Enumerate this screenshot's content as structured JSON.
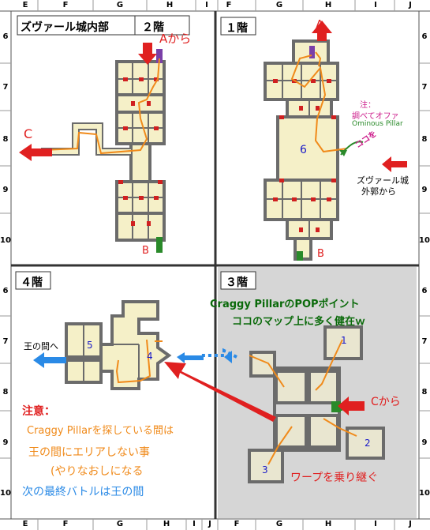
{
  "columns_top": [
    "E",
    "F",
    "G",
    "H",
    "I",
    "F",
    "G",
    "H",
    "I",
    "J"
  ],
  "columns_bottom": [
    "E",
    "F",
    "G",
    "H",
    "I",
    "J",
    "F",
    "G",
    "H",
    "I",
    "J"
  ],
  "rows_left": [
    "6",
    "7",
    "8",
    "9",
    "10",
    "6",
    "7",
    "8",
    "9",
    "10"
  ],
  "rows_right": [
    "6",
    "7",
    "8",
    "9",
    "10",
    "6",
    "7",
    "8",
    "9",
    "10"
  ],
  "panel_2f": {
    "title_name": "ズヴァール城内部",
    "title_floor": "２階",
    "from_a": "Aから",
    "to_c": "C",
    "label_b": "B"
  },
  "panel_1f": {
    "title": "１階",
    "label_a": "A",
    "label_b": "B",
    "room_6": "6",
    "note_1": "注：",
    "note_2": "調べてオファ",
    "note_3": "Ominous Pillar",
    "note_here": "ココを",
    "from_outer_1": "ズヴァール城",
    "from_outer_2": "外郭から"
  },
  "panel_4f": {
    "title": "４階",
    "to_throne": "王の間へ",
    "room_5": "5",
    "room_4": "4",
    "warn_title": "注意：",
    "warn_1": "Craggy Pillarを探している間は",
    "warn_2": "王の間にエリアしない事",
    "warn_3": "(やりなおしになる",
    "warn_4": "次の最終バトルは王の間"
  },
  "panel_3f": {
    "title": "３階",
    "pop_1": "Craggy PillarのPOPポイント",
    "pop_2": "ココのマップ上に多く健在ｗ",
    "from_c": "Cから",
    "relay": "ワープを乗り継ぐ",
    "room_1": "1",
    "room_2": "2",
    "room_3": "3"
  },
  "colors": {
    "room_fill": "#f5f0c8",
    "wall": "#6b6b6b",
    "path": "#f08a1a",
    "arrow_red": "#e02020",
    "arrow_blue": "#2a8ae6",
    "title_green": "#0a6a0a",
    "floor3_bg": "#d6d6d6"
  }
}
